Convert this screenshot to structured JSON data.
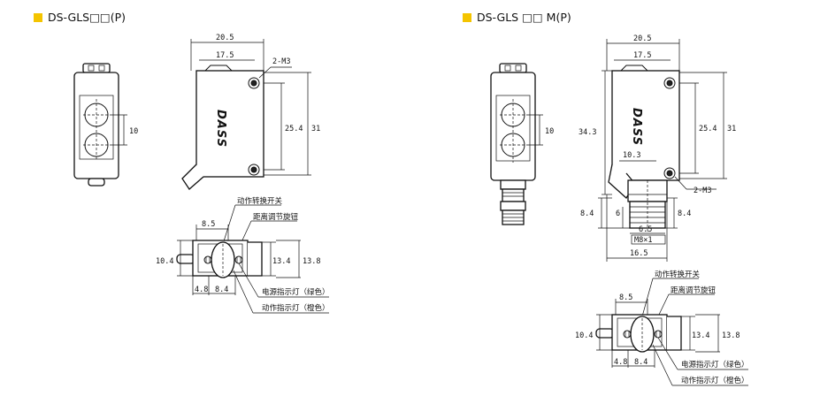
{
  "left": {
    "title": "DS-GLS□□(P)",
    "front": {
      "dim_height": "10"
    },
    "side": {
      "dim_top1": "20.5",
      "dim_top2": "17.5",
      "screw": "2-M3",
      "dim_h1": "25.4",
      "dim_h2": "31",
      "logo": "DASS"
    },
    "top": {
      "label_switch": "动作转换开关",
      "label_knob": "距离调节旋钮",
      "dim_85": "8.5",
      "dim_104": "10.4",
      "dim_134": "13.4",
      "dim_138": "13.8",
      "dim_48": "4.8",
      "dim_84": "8.4",
      "label_power": "电源指示灯（绿色）",
      "label_action": "动作指示灯（橙色）"
    }
  },
  "right": {
    "title": "DS-GLS □□ M(P)",
    "front": {
      "dim_height": "10"
    },
    "side": {
      "dim_top1": "20.5",
      "dim_top2": "17.5",
      "dim_h343": "34.3",
      "dim_h1": "25.4",
      "dim_h2": "31",
      "logo": "DASS",
      "dim_103": "10.3",
      "screw": "2-M3",
      "dim_84a": "8.4",
      "dim_6": "6",
      "dim_84b": "8.4",
      "dim_65": "6.5",
      "thread": "M8×1",
      "dim_165": "16.5"
    },
    "top": {
      "label_switch": "动作转换开关",
      "label_knob": "距离调节旋钮",
      "dim_85": "8.5",
      "dim_104": "10.4",
      "dim_134": "13.4",
      "dim_138": "13.8",
      "dim_48": "4.8",
      "dim_84": "8.4",
      "label_power": "电源指示灯（绿色）",
      "label_action": "动作指示灯（橙色）"
    }
  },
  "colors": {
    "accent": "#f4c400"
  }
}
